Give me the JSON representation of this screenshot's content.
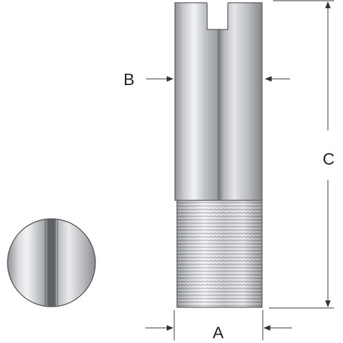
{
  "diagram": {
    "labels": {
      "a": "A",
      "b": "B",
      "c": "C"
    },
    "colors": {
      "metal_dark": "#8f9296",
      "metal_mid": "#c3c6c9",
      "metal_light": "#f2f3f4",
      "outline": "#555555",
      "dimension": "#333333"
    }
  }
}
